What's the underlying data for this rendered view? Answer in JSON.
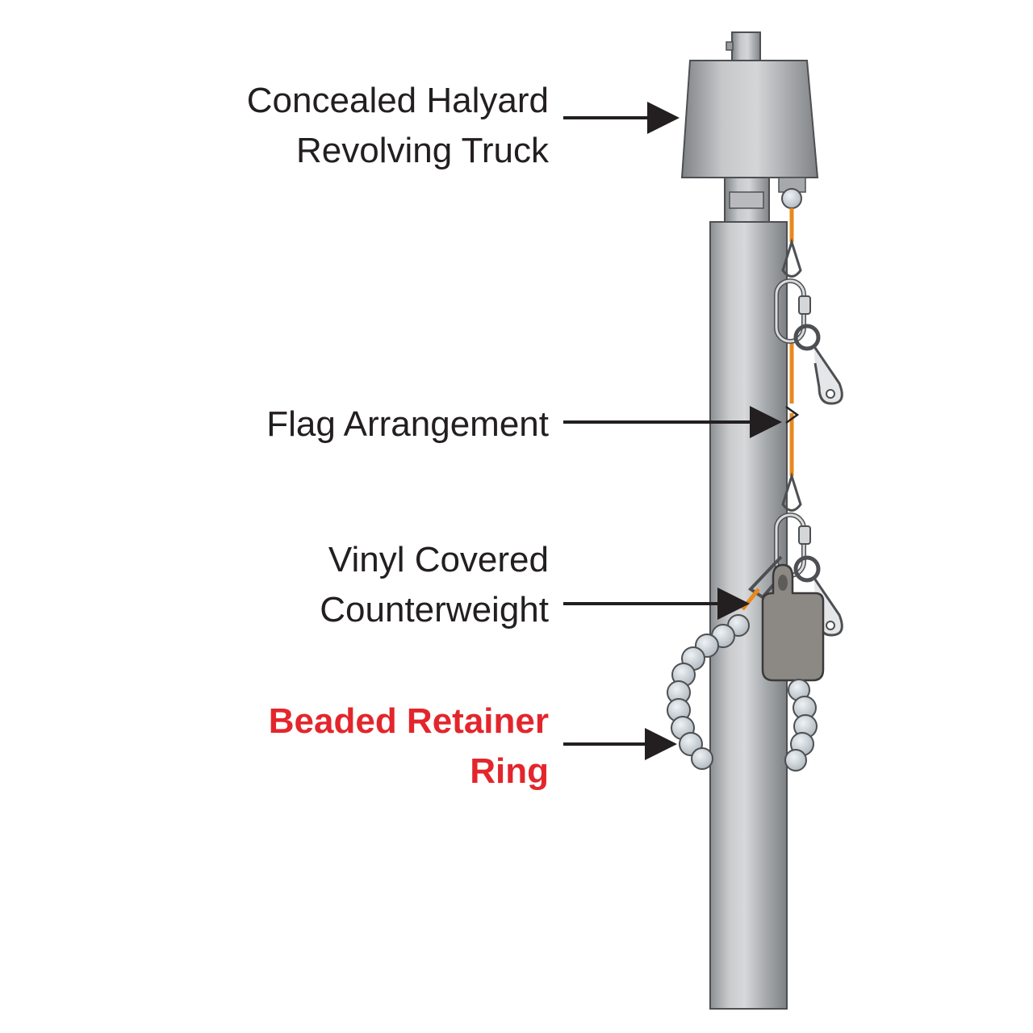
{
  "labels": {
    "truck": {
      "line1": "Concealed Halyard",
      "line2": "Revolving Truck"
    },
    "flag": {
      "line1": "Flag Arrangement"
    },
    "counterweight": {
      "line1": "Vinyl Covered",
      "line2": "Counterweight"
    },
    "ring": {
      "line1": "Beaded Retainer",
      "line2": "Ring"
    }
  },
  "colors": {
    "text": "#231f20",
    "highlight": "#e3262c",
    "pole": "#a8aaad",
    "arrow": "#231f20",
    "rope": "#e8891c",
    "counterweight": "#8c8985",
    "beads": "#c9d0d6"
  },
  "icons": {
    "truck": "revolving-truck-icon",
    "pole": "flagpole-icon",
    "snap_hook": "snap-hook-icon",
    "counterweight": "counterweight-icon",
    "ring": "beaded-ring-icon"
  }
}
